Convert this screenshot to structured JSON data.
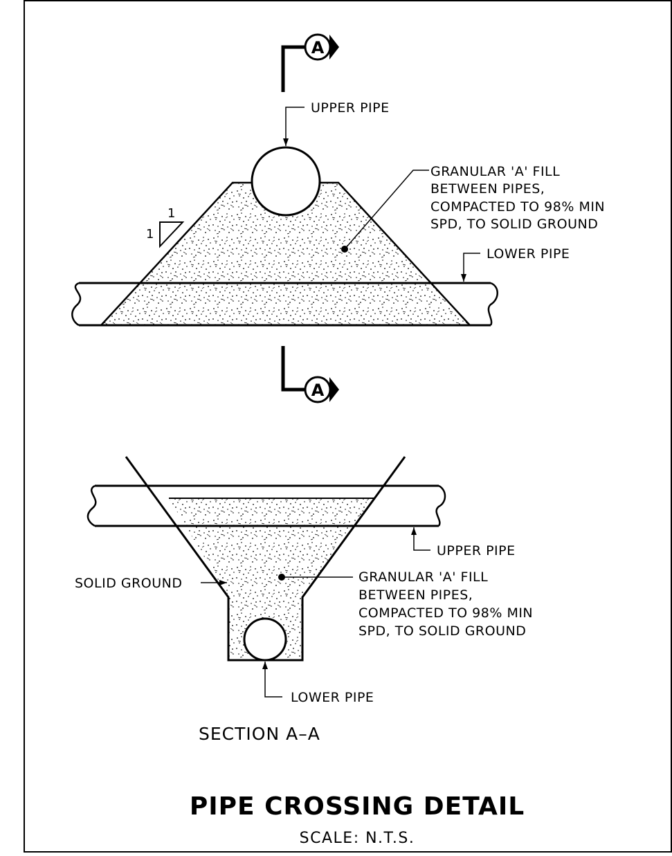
{
  "plan_view": {
    "section_marker_letter_top": "A",
    "section_marker_letter_bottom": "A",
    "upper_pipe_label": "UPPER PIPE",
    "fill_note": [
      "GRANULAR 'A' FILL",
      "BETWEEN PIPES,",
      "COMPACTED TO 98% MIN",
      "SPD, TO SOLID GROUND"
    ],
    "slope_rise": "1",
    "slope_run": "1",
    "lower_pipe_label": "LOWER PIPE"
  },
  "section_view": {
    "upper_pipe_label": "UPPER PIPE",
    "solid_ground_label": "SOLID GROUND",
    "fill_note": [
      "GRANULAR 'A' FILL",
      "BETWEEN PIPES,",
      "COMPACTED TO 98% MIN",
      "SPD, TO SOLID GROUND"
    ],
    "lower_pipe_label": "LOWER PIPE",
    "section_title": "SECTION A–A"
  },
  "title_block": {
    "title": "PIPE CROSSING DETAIL",
    "scale": "SCALE:  N.T.S."
  }
}
